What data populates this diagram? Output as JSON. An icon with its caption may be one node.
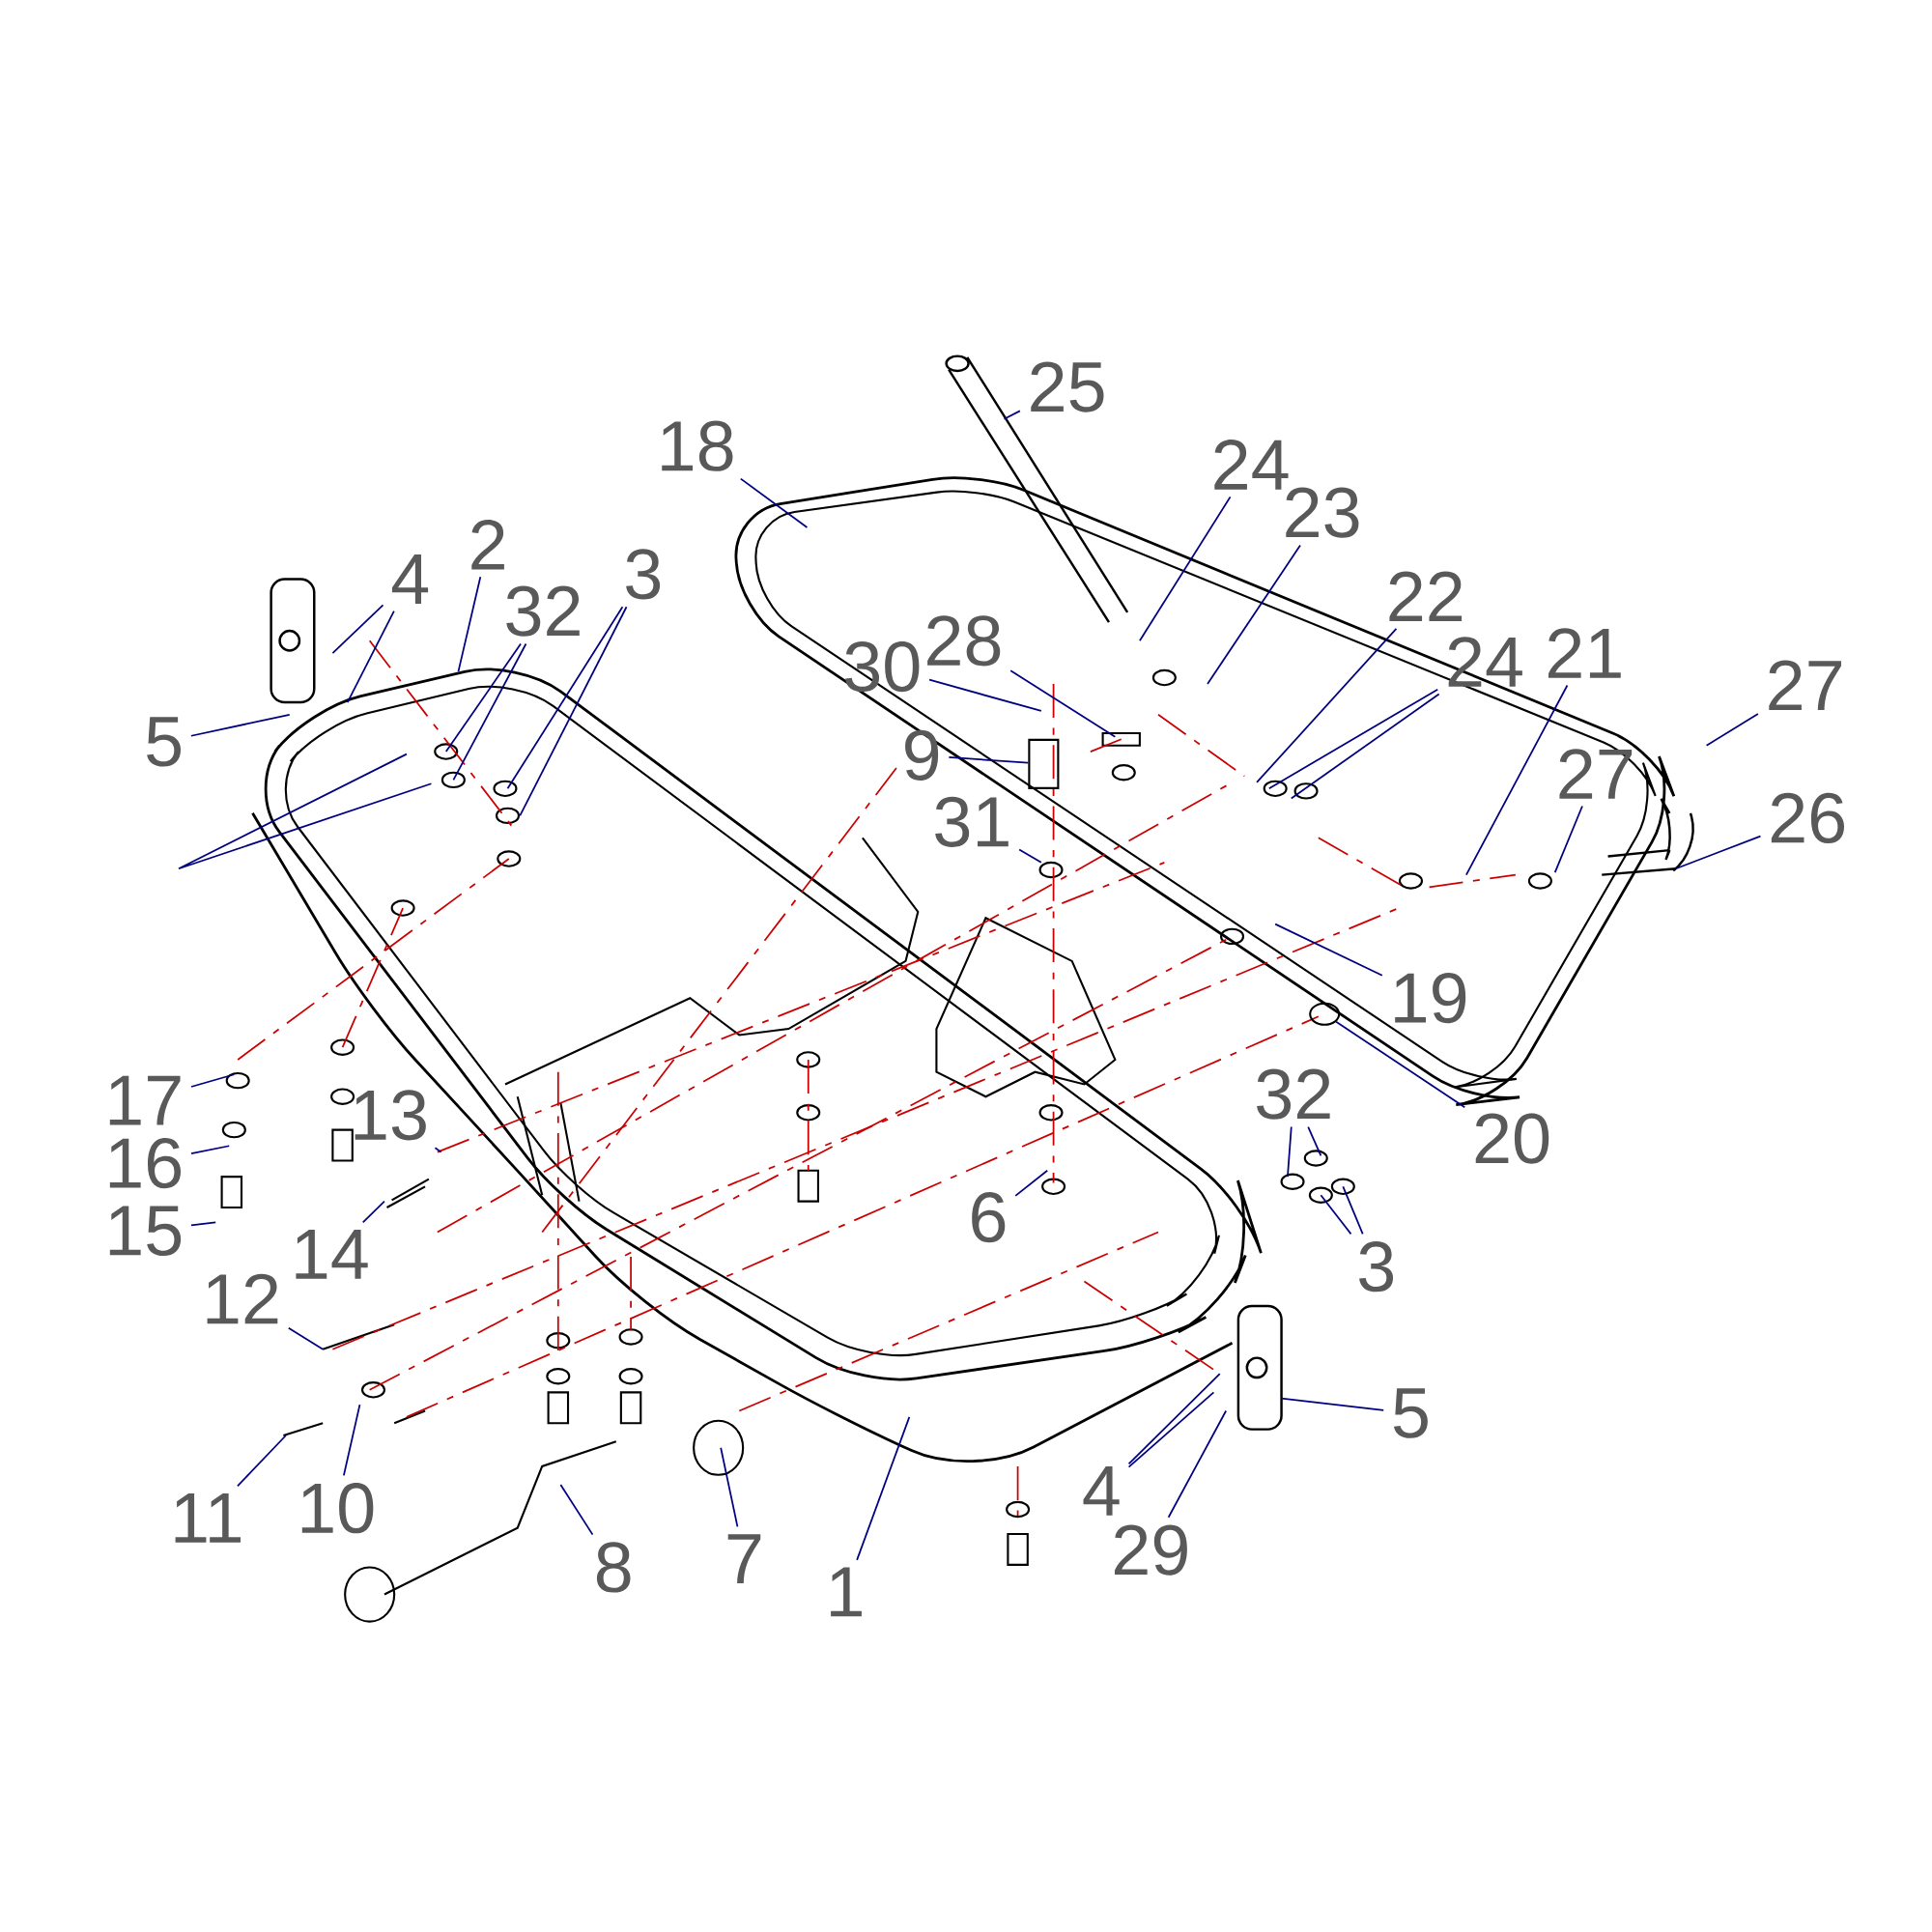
{
  "diagram": {
    "nodes": [
      {
        "text": [
          "25"
        ]
      },
      {
        "text": [
          "18"
        ]
      },
      {
        "text": [
          "24"
        ]
      },
      {
        "text": [
          "23"
        ]
      },
      {
        "text": [
          "22"
        ]
      },
      {
        "text": [
          "24"
        ]
      },
      {
        "text": [
          "21"
        ]
      },
      {
        "text": [
          "27"
        ]
      },
      {
        "text": [
          "28"
        ]
      },
      {
        "text": [
          "30"
        ]
      },
      {
        "text": [
          "9"
        ]
      },
      {
        "text": [
          "31"
        ]
      },
      {
        "text": [
          "27"
        ]
      },
      {
        "text": [
          "26"
        ]
      },
      {
        "text": [
          "19"
        ]
      },
      {
        "text": [
          "20"
        ]
      },
      {
        "text": [
          "4"
        ]
      },
      {
        "text": [
          "2"
        ]
      },
      {
        "text": [
          "32"
        ]
      },
      {
        "text": [
          "3"
        ]
      },
      {
        "text": [
          "5"
        ]
      },
      {
        "text": [
          "17"
        ]
      },
      {
        "text": [
          "16"
        ]
      },
      {
        "text": [
          "15"
        ]
      },
      {
        "text": [
          "13"
        ]
      },
      {
        "text": [
          "14"
        ]
      },
      {
        "text": [
          "6"
        ]
      },
      {
        "text": [
          "32"
        ]
      },
      {
        "text": [
          "3"
        ]
      },
      {
        "text": [
          "12"
        ]
      },
      {
        "text": [
          "5"
        ]
      },
      {
        "text": [
          "11"
        ]
      },
      {
        "text": [
          "10"
        ]
      },
      {
        "text": [
          "4"
        ]
      },
      {
        "text": [
          "29"
        ]
      },
      {
        "text": [
          "8"
        ]
      },
      {
        "text": [
          "7"
        ]
      },
      {
        "text": [
          "1"
        ]
      },
      {
        "text": [],
        "shape": "box"
      },
      {
        "text": [],
        "shape": "cylinder"
      }
    ],
    "edges": [
      {
        "from": 0,
        "to": null,
        "arrow": "none"
      },
      {
        "from": 1,
        "to": null,
        "arrow": "none"
      },
      {
        "from": 2,
        "to": null,
        "arrow": "none"
      },
      {
        "from": 3,
        "to": null,
        "arrow": "none"
      },
      {
        "from": 4,
        "to": null,
        "arrow": "none"
      },
      {
        "from": 5,
        "to": null,
        "arrow": "none"
      },
      {
        "from": 5,
        "to": null,
        "arrow": "none"
      },
      {
        "from": 6,
        "to": null,
        "arrow": "none"
      },
      {
        "from": 7,
        "to": null,
        "arrow": "none"
      },
      {
        "from": 8,
        "to": null,
        "arrow": "none"
      },
      {
        "from": 9,
        "to": null,
        "arrow": "none"
      },
      {
        "from": 10,
        "to": 38,
        "arrow": "none"
      },
      {
        "from": 11,
        "to": null,
        "arrow": "none"
      },
      {
        "from": 12,
        "to": null,
        "arrow": "none"
      },
      {
        "from": 13,
        "to": null,
        "arrow": "none"
      },
      {
        "from": 14,
        "to": null,
        "arrow": "none"
      },
      {
        "from": 15,
        "to": 39,
        "arrow": "none"
      },
      {
        "from": 16,
        "to": null,
        "arrow": "none"
      },
      {
        "from": 16,
        "to": null,
        "arrow": "none"
      },
      {
        "from": 17,
        "to": null,
        "arrow": "none"
      },
      {
        "from": 18,
        "to": null,
        "arrow": "none"
      },
      {
        "from": 18,
        "to": null,
        "arrow": "none"
      },
      {
        "from": 19,
        "to": null,
        "arrow": "none"
      },
      {
        "from": 19,
        "to": null,
        "arrow": "none"
      },
      {
        "from": 20,
        "to": null,
        "arrow": "none"
      },
      {
        "from": 21,
        "to": null,
        "arrow": "none"
      },
      {
        "from": 22,
        "to": null,
        "arrow": "none"
      },
      {
        "from": 23,
        "to": null,
        "arrow": "none"
      },
      {
        "from": 24,
        "to": null,
        "arrow": "none"
      },
      {
        "from": 25,
        "to": null,
        "arrow": "none"
      },
      {
        "from": 26,
        "to": null,
        "arrow": "none"
      },
      {
        "from": 27,
        "to": null,
        "arrow": "none"
      },
      {
        "from": 27,
        "to": null,
        "arrow": "none"
      },
      {
        "from": 28,
        "to": null,
        "arrow": "none"
      },
      {
        "from": 28,
        "to": null,
        "arrow": "none"
      },
      {
        "from": 29,
        "to": null,
        "arrow": "none"
      },
      {
        "from": 30,
        "to": null,
        "arrow": "none"
      },
      {
        "from": 31,
        "to": null,
        "arrow": "none"
      },
      {
        "from": 32,
        "to": null,
        "arrow": "none"
      },
      {
        "from": 33,
        "to": null,
        "arrow": "none"
      },
      {
        "from": 33,
        "to": null,
        "arrow": "none"
      },
      {
        "from": 34,
        "to": null,
        "arrow": "none"
      },
      {
        "from": 35,
        "to": null,
        "arrow": "none"
      },
      {
        "from": 36,
        "to": null,
        "arrow": "none"
      },
      {
        "from": 37,
        "to": null,
        "arrow": "none"
      }
    ]
  }
}
